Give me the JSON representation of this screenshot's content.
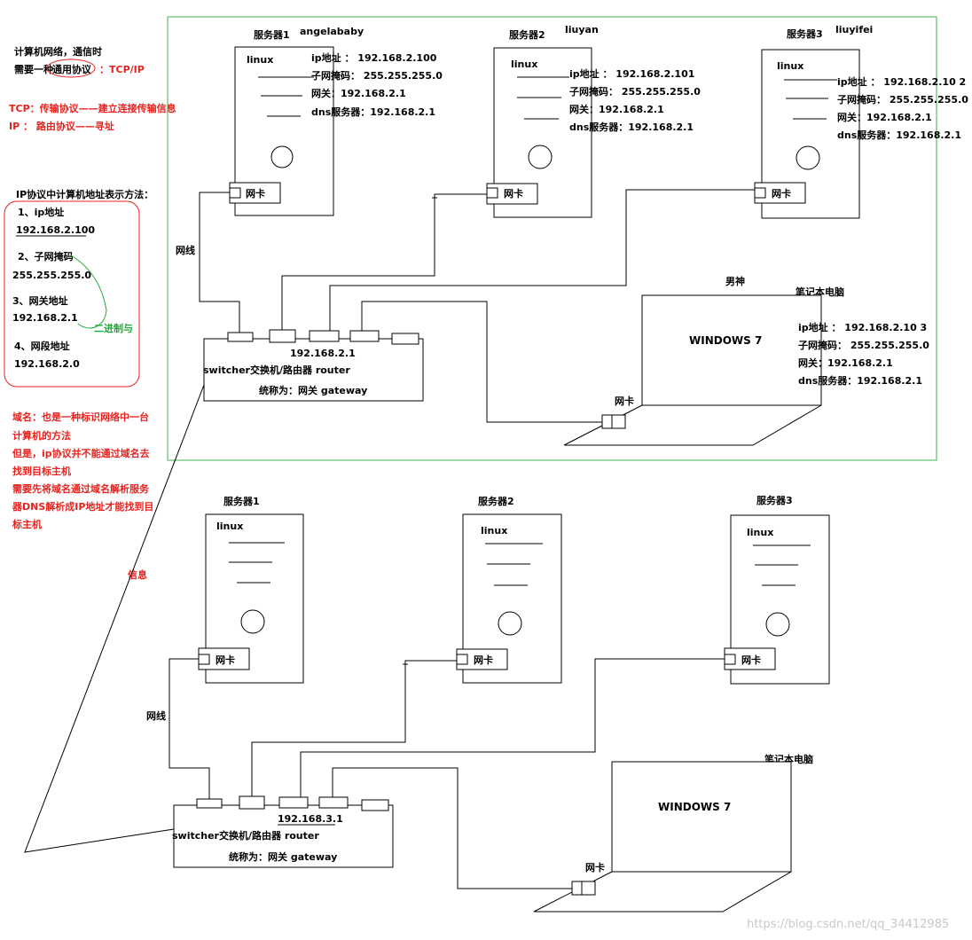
{
  "left_notes": {
    "line1": "计算机网络，通信时",
    "line2a": "需要一种",
    "line2b": "通用协议",
    "line2c": "：TCP/IP",
    "tcp": "TCP：传输协议——建立连接传输信息",
    "ip": "IP ： 路由协议——寻址",
    "repr_title": "IP协议中计算机地址表示方法：",
    "item1": "1、ip地址",
    "item1_val": "192.168.2.100",
    "item2": "2、子网掩码",
    "item2_val": "255.255.255.0",
    "item3": "3、网关地址",
    "item3_val": "192.168.2.1",
    "item4": "4、网段地址",
    "item4_val": "192.168.2.0",
    "binary_and": "二进制与",
    "domain": [
      "域名：也是一种标识网络中一台",
      "计算机的方法",
      "但是，ip协议并不能通过域名去",
      "找到目标主机",
      "需要先将域名通过域名解析服务",
      "器DNS解析成IP地址才能找到目",
      "标主机"
    ],
    "info": "信息"
  },
  "top_network": {
    "servers": [
      {
        "label": "服务器1",
        "user": "angelababy",
        "os": "linux",
        "nic": "网卡",
        "ip": "ip地址 ：  192.168.2.100",
        "mask": "子网掩码：  255.255.255.0",
        "gw": "网关：192.168.2.1",
        "dns": "dns服务器：192.168.2.1"
      },
      {
        "label": "服务器2",
        "user": "liuyan",
        "os": "linux",
        "nic": "网卡",
        "ip": "ip地址 ：  192.168.2.101",
        "mask": "子网掩码：  255.255.255.0",
        "gw": "网关：192.168.2.1",
        "dns": "dns服务器：192.168.2.1"
      },
      {
        "label": "服务器3",
        "user": "liuyifei",
        "os": "linux",
        "nic": "网卡",
        "ip": "ip地址 ：  192.168.2.10 2",
        "mask": "子网掩码：  255.255.255.0",
        "gw": "网关：192.168.2.1",
        "dns": "dns服务器：192.168.2.1"
      }
    ],
    "cable": "网线",
    "switch_ip": "192.168.2.1",
    "switch_name": "switcher交换机/路由器 router",
    "switch_alias": "统称为：网关  gateway",
    "laptop_owner": "男神",
    "laptop_label": "笔记本电脑",
    "laptop_os": "WINDOWS 7",
    "laptop_nic": "网卡",
    "laptop_ip": "ip地址 ：  192.168.2.10 3",
    "laptop_mask": "子网掩码：  255.255.255.0",
    "laptop_gw": "网关：192.168.2.1",
    "laptop_dns": "dns服务器：192.168.2.1"
  },
  "bottom_network": {
    "servers": [
      {
        "label": "服务器1",
        "os": "linux",
        "nic": "网卡"
      },
      {
        "label": "服务器2",
        "os": "linux",
        "nic": "网卡"
      },
      {
        "label": "服务器3",
        "os": "linux",
        "nic": "网卡"
      }
    ],
    "cable": "网线",
    "switch_ip": "192.168.3.1",
    "switch_name": "switcher交换机/路由器 router",
    "switch_alias": "统称为：网关  gateway",
    "laptop_label": "笔记本电脑",
    "laptop_os": "WINDOWS 7",
    "laptop_nic": "网卡"
  },
  "watermark": "https://blog.csdn.net/qq_34412985"
}
